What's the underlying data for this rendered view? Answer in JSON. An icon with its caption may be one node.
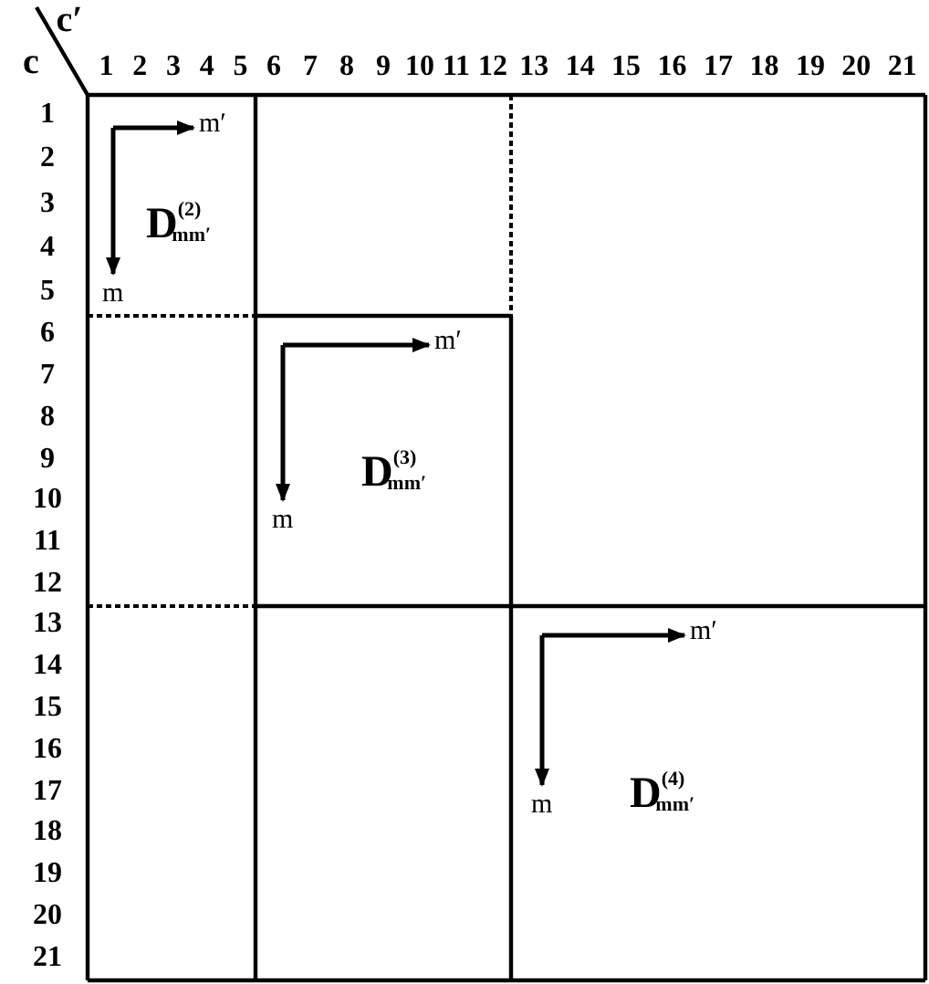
{
  "diagram": {
    "nodes": [
      {
        "text": [
          "m′",
          "m",
          "D$^{(2)}$$_{mm′}$"
        ]
      },
      {
        "text": [
          "m′",
          "m",
          "D$^{(3)}$$_{mm′}$"
        ]
      },
      {
        "text": [
          "m′",
          "m",
          "D$^{(4)}$$_{mm′}$"
        ]
      }
    ],
    "edges": [],
    "labels": [
      "c′",
      "c",
      "1",
      "2",
      "3",
      "4",
      "5",
      "6",
      "7",
      "8",
      "9",
      "10",
      "11",
      "12",
      "13",
      "14",
      "15",
      "16",
      "17",
      "18",
      "19",
      "20",
      "21",
      "1",
      "2",
      "3",
      "4",
      "5",
      "6",
      "7",
      "8",
      "9",
      "10",
      "11",
      "12",
      "13",
      "14",
      "15",
      "16",
      "17",
      "18",
      "19",
      "20",
      "21"
    ]
  }
}
